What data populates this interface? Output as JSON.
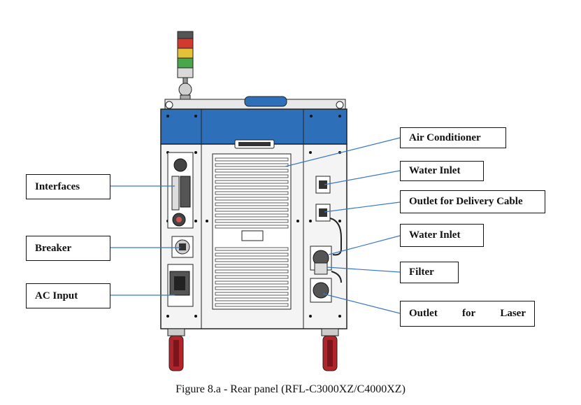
{
  "labels": {
    "interfaces": "Interfaces",
    "breaker": "Breaker",
    "ac_input": "AC Input",
    "air_conditioner": "Air Conditioner",
    "water_inlet_1": "Water Inlet",
    "outlet_delivery_cable": "Outlet for Delivery Cable",
    "water_inlet_2": "Water Inlet",
    "filter": "Filter",
    "outlet_laser": [
      "Outlet",
      "for",
      "Laser"
    ]
  },
  "caption": "Figure 8.a - Rear panel (RFL-C3000XZ/C4000XZ)",
  "colors": {
    "panel_blue": "#2d6fb8",
    "leader_line": "#3a78c3",
    "light_red": "#d23a2e",
    "light_yellow": "#e3c23a",
    "light_green": "#4aa64a",
    "wheel_red": "#b0242a"
  }
}
